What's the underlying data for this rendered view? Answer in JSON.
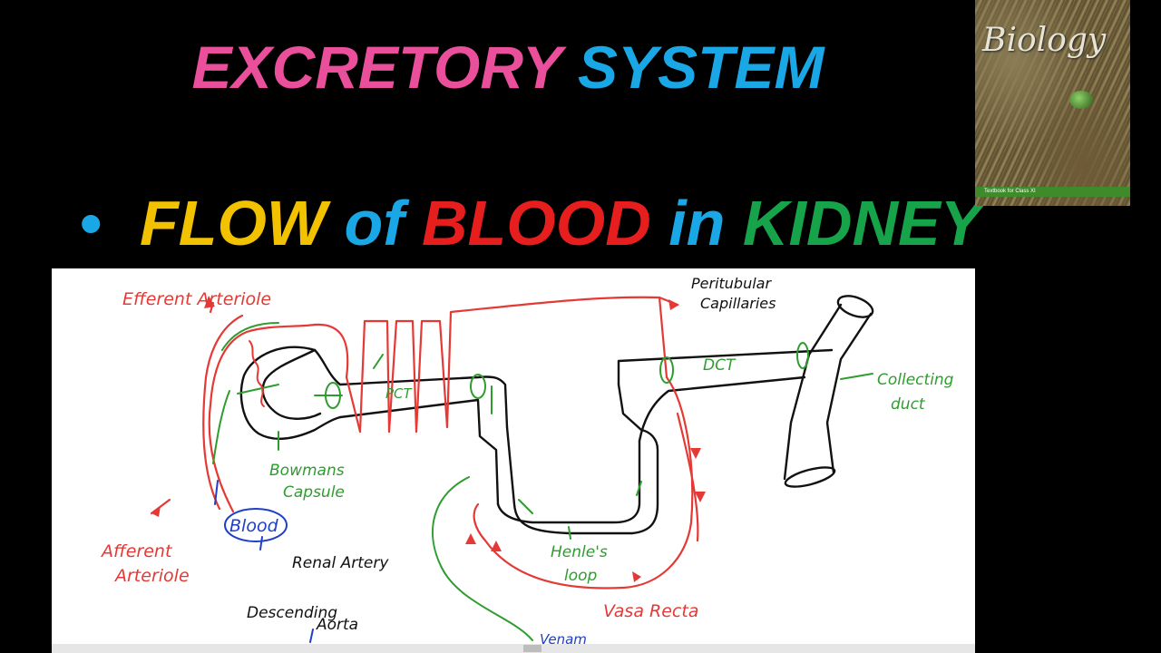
{
  "title": {
    "word1": "EXCRETORY",
    "word2": "SYSTEM",
    "word1_color": "#e94f9a",
    "word2_color": "#1aa7e6"
  },
  "bullet": {
    "dot": "•",
    "dot_color": "#1aa7e6",
    "words": [
      {
        "text": "FLOW",
        "color": "#f2c200"
      },
      {
        "text": "of",
        "color": "#1aa7e6"
      },
      {
        "text": "BLOOD",
        "color": "#e61e1e"
      },
      {
        "text": "in",
        "color": "#1aa7e6"
      },
      {
        "text": "KIDNEY",
        "color": "#16a34a"
      }
    ]
  },
  "book": {
    "title": "Biology",
    "subtitle": "Textbook for Class XI"
  },
  "diagram": {
    "colors": {
      "red": "#e53935",
      "green": "#2e9d2e",
      "black": "#111111",
      "blue": "#1e3fc8"
    },
    "labels": {
      "efferent": "Efferent Arteriole",
      "afferent": "Afferent",
      "afferent2": "Arteriole",
      "blood": "Blood",
      "bowmans": "Bowmans",
      "capsule": "Capsule",
      "pct": "PCT",
      "dct": "DCT",
      "peritubular": "Peritubular",
      "capillaries": "Capillaries",
      "collecting": "Collecting",
      "duct": "duct",
      "henles": "Henle's",
      "loop": "loop",
      "vasa": "Vasa Recta",
      "renal": "Renal Artery",
      "descending": "Descending",
      "aorta": "Aorta",
      "venam": "Venam"
    }
  }
}
